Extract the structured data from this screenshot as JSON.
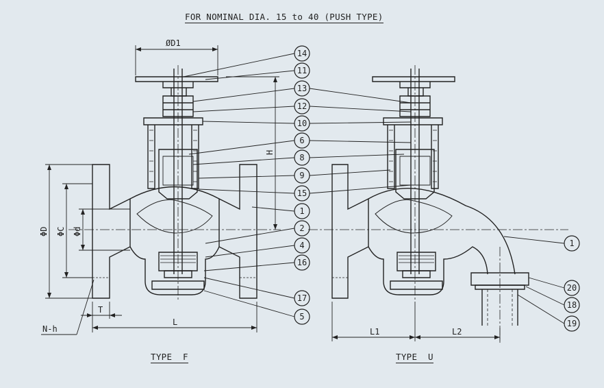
{
  "title": "FOR NOMINAL DIA. 15 to 40 (PUSH TYPE)",
  "views": [
    {
      "label": "TYPE  F"
    },
    {
      "label": "TYPE  U"
    }
  ],
  "dimensions": {
    "od1": "ØD1",
    "h": "H",
    "od": "ΦD",
    "oc": "ΦC",
    "odd": "Φd",
    "t": "T",
    "l": "L",
    "nh": "N-h",
    "l1": "L1",
    "l2": "L2"
  },
  "callouts_f": [
    "14",
    "11",
    "13",
    "12",
    "10",
    "6",
    "8",
    "9",
    "15",
    "1",
    "2",
    "4",
    "16",
    "17",
    "5"
  ],
  "callouts_u": [
    "1",
    "20",
    "18",
    "19"
  ],
  "colors": {
    "background": "#e2e9ee",
    "line": "#222222"
  }
}
